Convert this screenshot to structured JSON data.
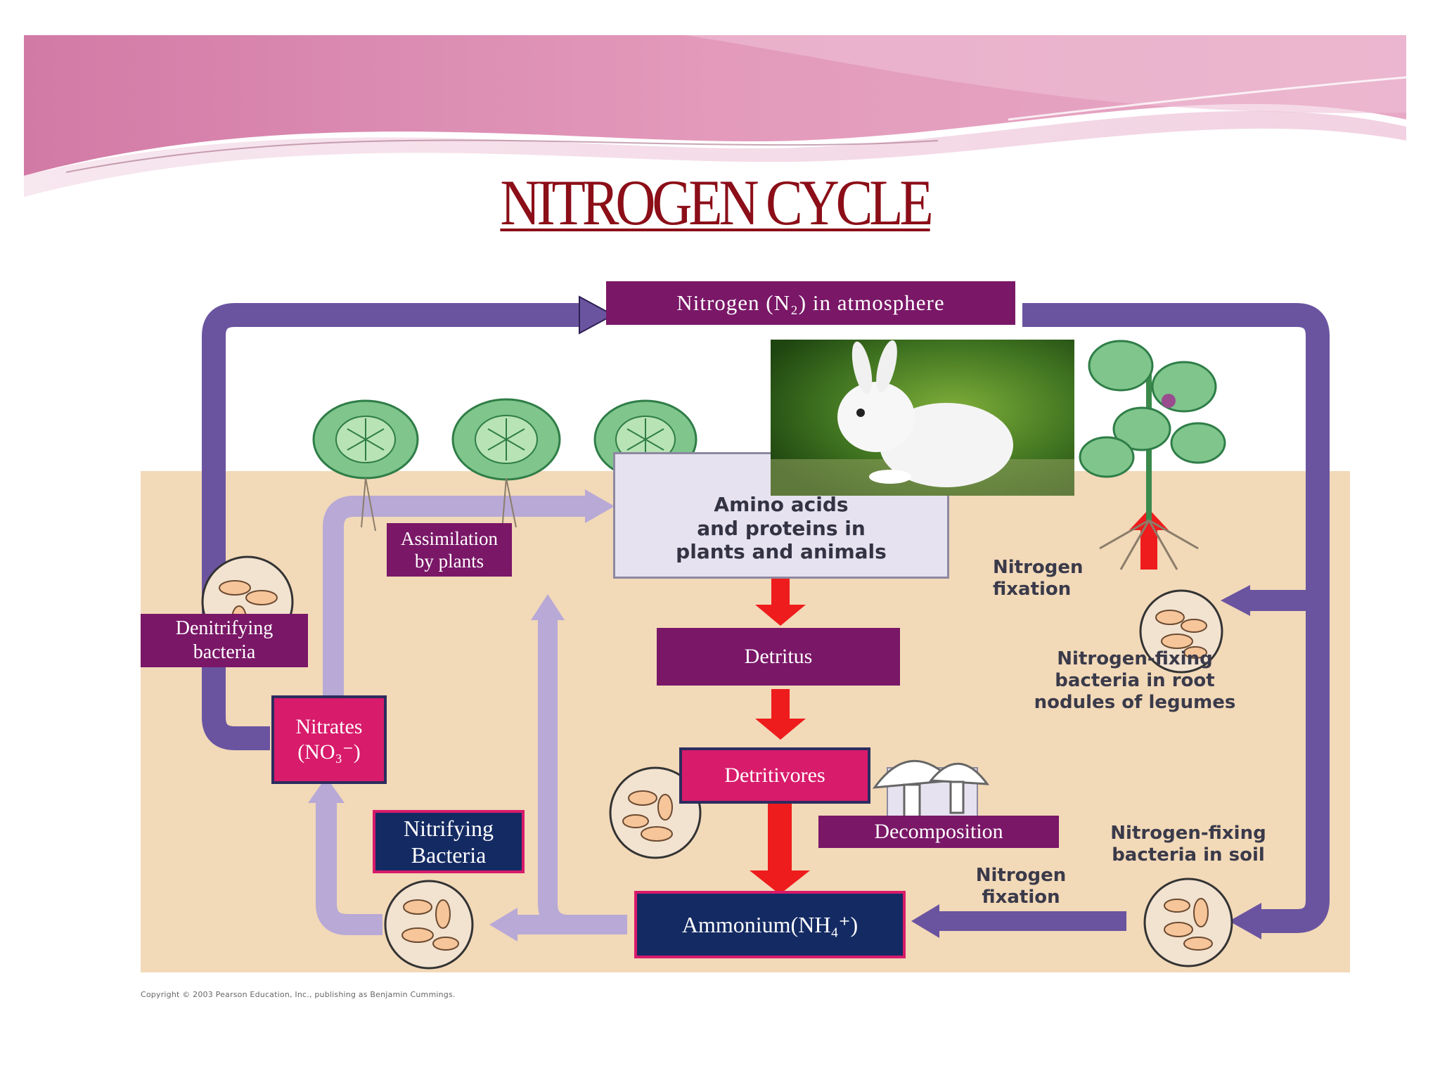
{
  "title": "NITROGEN CYCLE",
  "labels": {
    "atmosphere": "Nitrogen (N₂) in atmosphere",
    "amino_line1": "Amino acids",
    "amino_line2": "and proteins in",
    "amino_line3": "plants and animals",
    "detritus": "Detritus",
    "detritivores": "Detritivores",
    "decomposition": "Decomposition",
    "ammonium": "Ammonium(NH₄⁺)",
    "nitrates_line1": "Nitrates",
    "nitrates_line2": "(NO₃⁻)",
    "nitrifying_line1": "Nitrifying",
    "nitrifying_line2": "Bacteria",
    "denitrifying_line1": "Denitrifying",
    "denitrifying_line2": "bacteria",
    "assimilation_line1": "Assimilation",
    "assimilation_line2": "by plants",
    "fixation_top_line1": "Nitrogen",
    "fixation_top_line2": "fixation",
    "root_bacteria_line1": "Nitrogen-fixing",
    "root_bacteria_line2": "bacteria in root",
    "root_bacteria_line3": "nodules of legumes",
    "soil_bacteria_line1": "Nitrogen-fixing",
    "soil_bacteria_line2": "bacteria in soil",
    "fixation_bottom_line1": "Nitrogen",
    "fixation_bottom_line2": "fixation"
  },
  "copyright": "Copyright © 2003 Pearson Education, Inc., publishing as Benjamin Cummings.",
  "colors": {
    "purple_label": "#7a1767",
    "pink_label": "#d81b6b",
    "navy_label": "#142a63",
    "soil": "#f2d9b8",
    "arrow_dark": "#6a54a0",
    "arrow_light": "#b8a9d6",
    "arrow_red": "#ee1c1c",
    "title": "#8b0e18"
  }
}
